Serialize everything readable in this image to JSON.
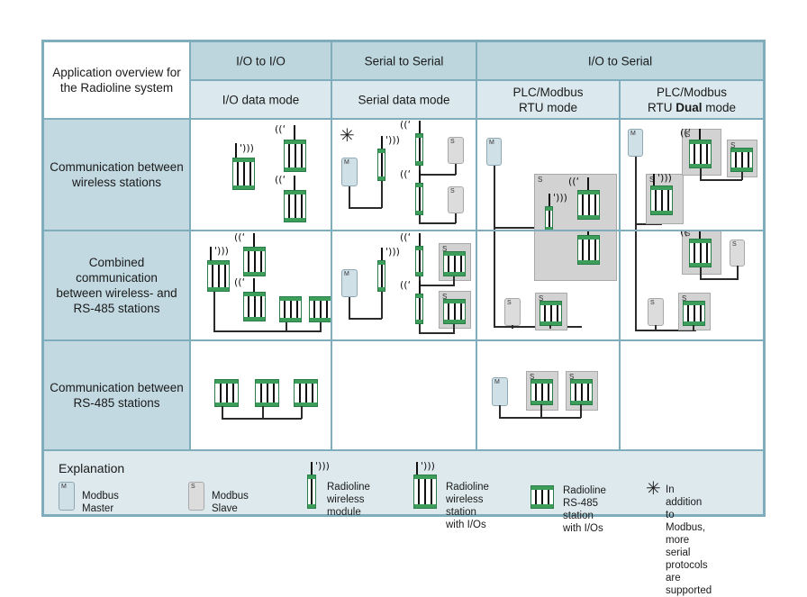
{
  "title_cell": {
    "line1": "Application overview for",
    "line2": "the Radioline system"
  },
  "header": {
    "groups": [
      {
        "label": "I/O to I/O",
        "span": 1
      },
      {
        "label": "Serial to Serial",
        "span": 1
      },
      {
        "label": "I/O to Serial",
        "span": 2
      }
    ],
    "modes": [
      {
        "label": "I/O data mode"
      },
      {
        "label": "Serial data mode"
      },
      {
        "label_line1": "PLC/Modbus",
        "label_line2": "RTU mode"
      },
      {
        "label_line1": "PLC/Modbus",
        "label_line2_pre": "RTU ",
        "label_line2_bold": "Dual",
        "label_line2_post": " mode"
      }
    ]
  },
  "rows": [
    {
      "label_line1": "Communication between",
      "label_line2": "wireless stations",
      "label_line3": ""
    },
    {
      "label_line1": "Combined communication",
      "label_line2": "between wireless- and",
      "label_line3": "RS-485 stations"
    },
    {
      "label_line1": "Communication between",
      "label_line2": "RS-485 stations",
      "label_line3": ""
    }
  ],
  "footnote_marker": "✳",
  "legend": {
    "title": "Explanation",
    "items": [
      {
        "icon": "modbus-master-box",
        "label": "Modbus Master",
        "tag": "M"
      },
      {
        "icon": "modbus-slave-box",
        "label": "Modbus Slave",
        "tag": "S"
      },
      {
        "icon": "radioline-wireless-module",
        "label": "Radioline\nwireless module"
      },
      {
        "icon": "radioline-wireless-station-io",
        "label": "Radioline wireless\nstation with I/Os"
      },
      {
        "icon": "radioline-rs485-station-io",
        "label": "Radioline RS-485\nstation with I/Os"
      },
      {
        "icon": "asterisk-footnote",
        "marker": "✳",
        "label": "In addition to Modbus, more\nserial protocols are supported"
      }
    ]
  },
  "colors": {
    "header_group": "#bdd6de",
    "header_mode": "#dbe9ed",
    "row_label": "#c2d9e1",
    "border": "#7fadbc",
    "legend_bg": "#dde9ed",
    "device_green": "#3d9e5c",
    "modbus_master": "#cfe0e7",
    "modbus_slave": "#dcdcdc",
    "panel_gray": "#d2d2d2",
    "wire": "#2b2b2b"
  },
  "tags": {
    "master": "M",
    "slave": "S"
  }
}
